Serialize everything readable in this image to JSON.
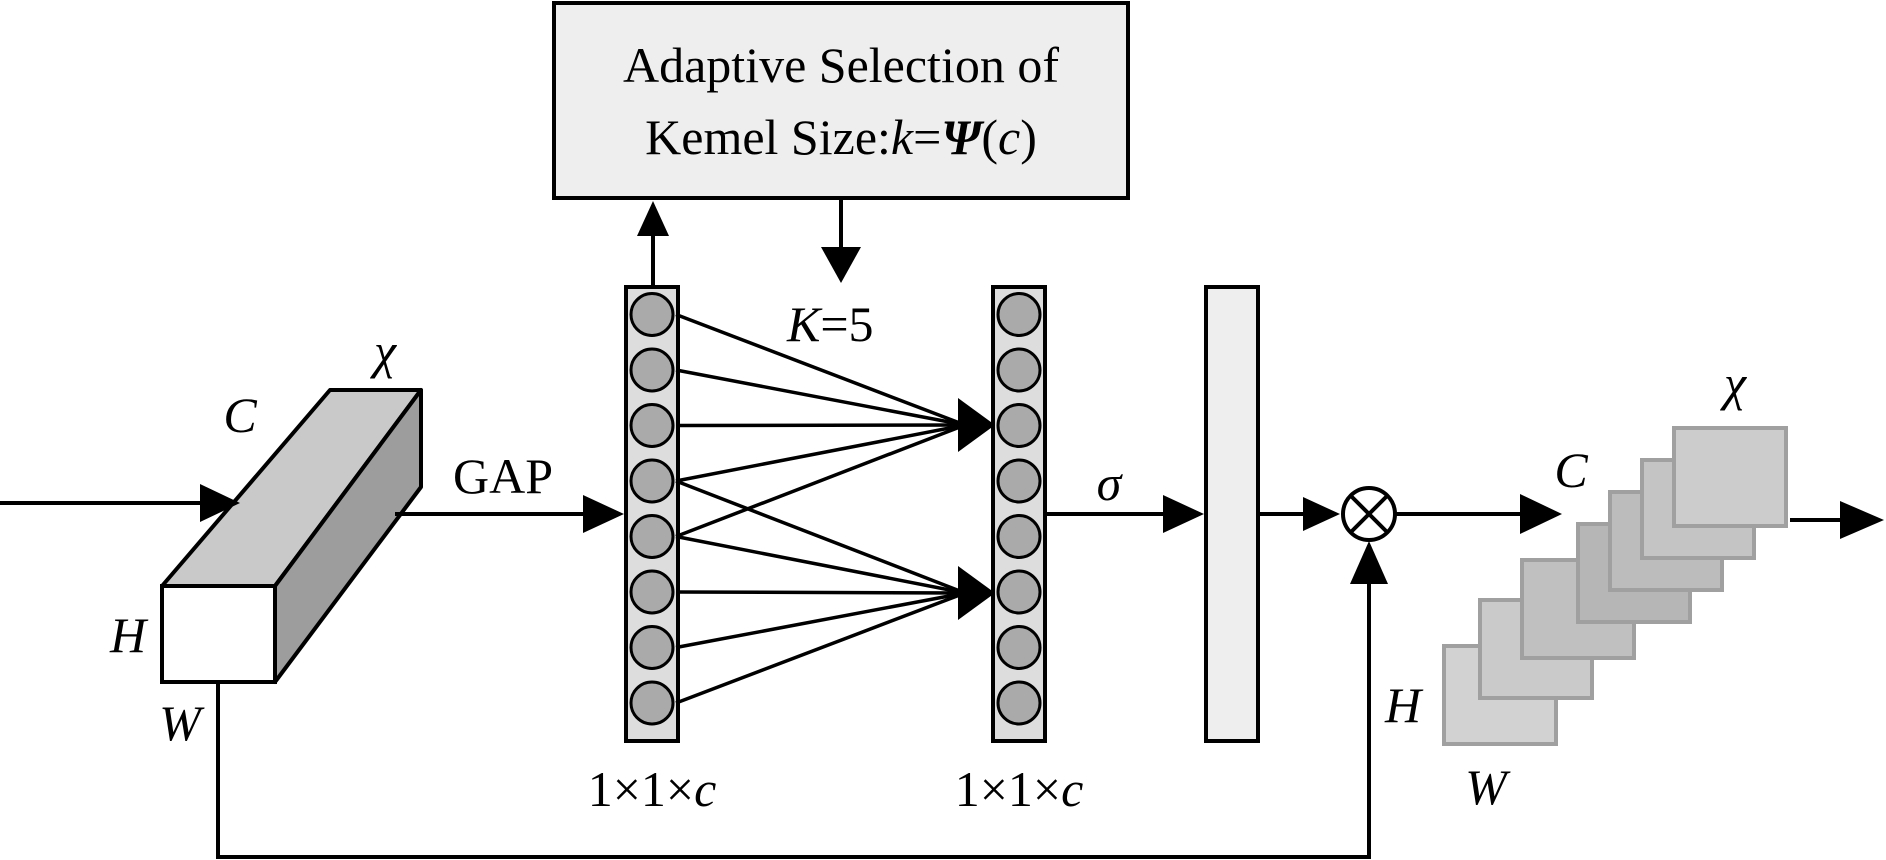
{
  "selection_box": {
    "line1": "Adaptive Selection of",
    "line2_prefix": "Kemel Size:",
    "line2_k": "k",
    "line2_eq": "=",
    "line2_psi": "Ψ",
    "line2_open": "(",
    "line2_c": "c",
    "line2_close": ")"
  },
  "kernel_label": {
    "K": "K",
    "rest": "=5"
  },
  "input_tensor": {
    "symbol": "χ",
    "C": "C",
    "H": "H",
    "W": "W"
  },
  "output_tensor": {
    "symbol": "χ",
    "C": "C",
    "H": "H",
    "W": "W"
  },
  "gap_label": "GAP",
  "sigma_label": "σ",
  "multiply_symbol": "⊗",
  "vector1_label": {
    "prefix": "1×1×",
    "c": "c"
  },
  "vector2_label": {
    "prefix": "1×1×",
    "c": "c"
  },
  "colors": {
    "box_fill": "#eeeeee",
    "circle_fill": "#aaaaaa",
    "column_fill": "#dddddd",
    "tensor_top": "#c9c9c9",
    "tensor_side": "#9d9d9d",
    "output_slices": [
      "#cccccc",
      "#c4c4c4",
      "#bcbcbc",
      "#b6b6b6",
      "#c0c0c0",
      "#cacaca",
      "#d2d2d2"
    ],
    "output_stroke": "#a0a0a0"
  }
}
